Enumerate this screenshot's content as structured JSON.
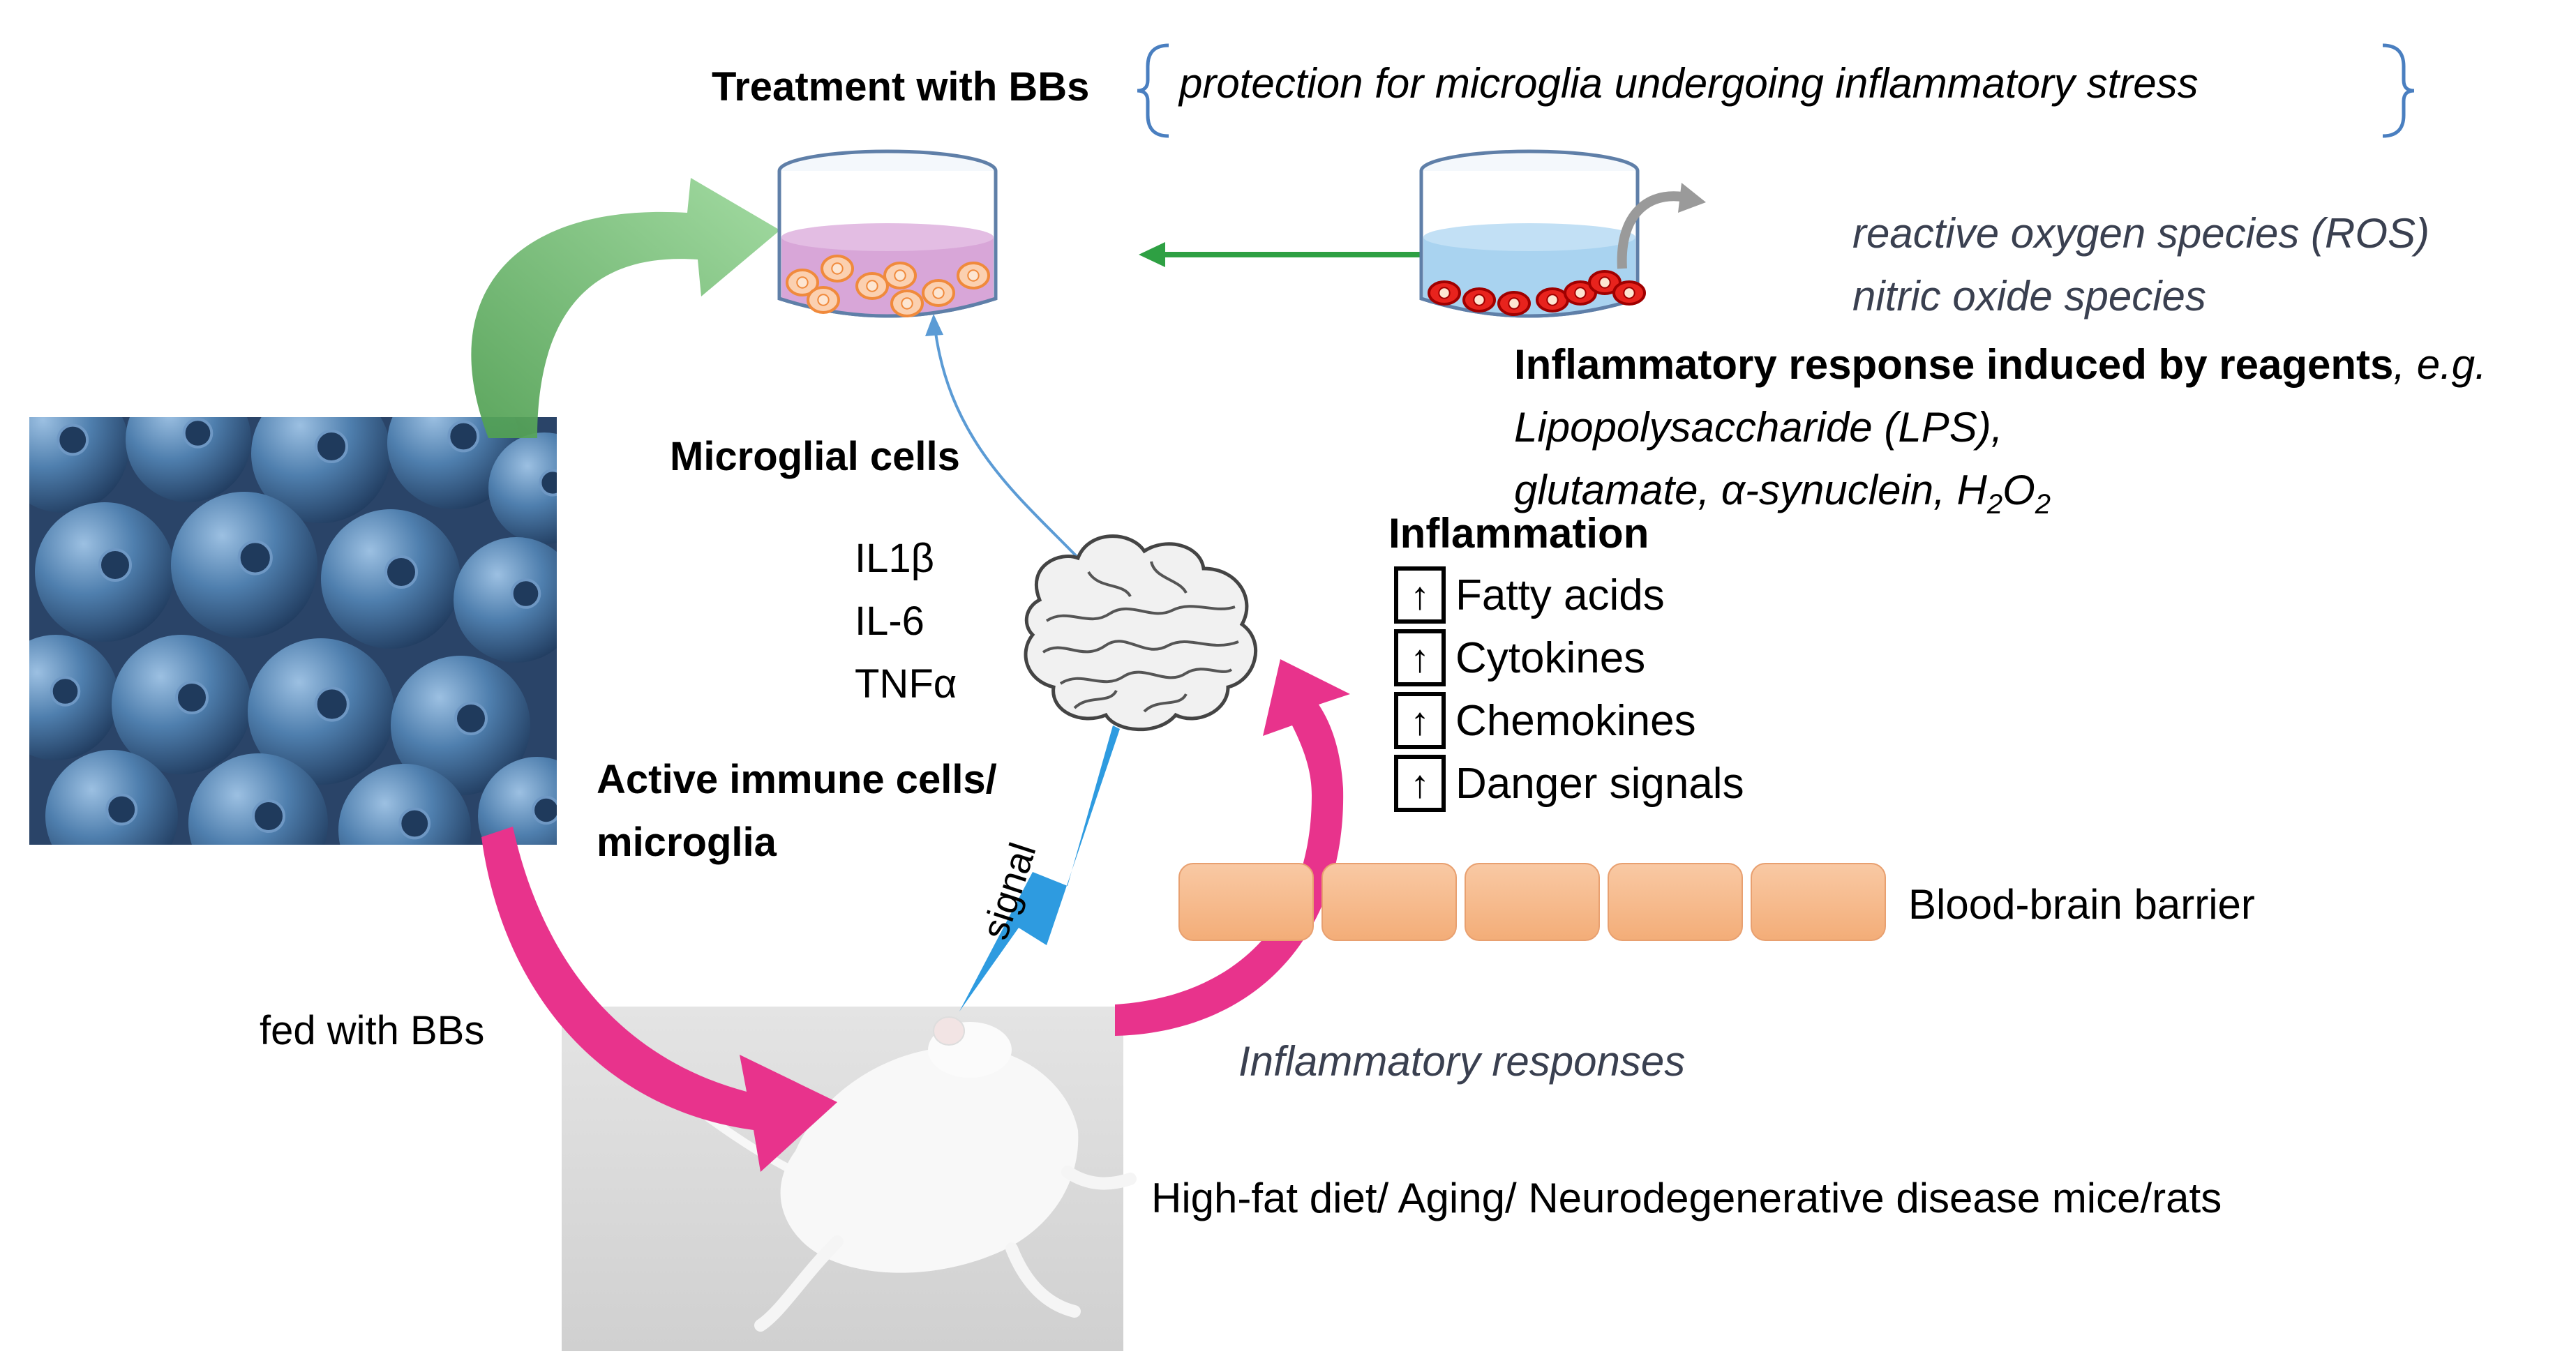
{
  "header": {
    "treatment": "Treatment with BBs",
    "protection": "protection for microglia undergoing inflammatory stress"
  },
  "dish_stressed": {
    "ros": "reactive oxygen species (ROS)",
    "nitric": "nitric oxide species"
  },
  "reagents": {
    "heading": "Inflammatory response induced by reagents",
    "eg": ", e.g.",
    "line2": "Lipopolysaccharide (LPS),",
    "line3": "glutamate, α-synuclein, H",
    "h_sub": "2",
    "o_text": "O",
    "o_sub": "2"
  },
  "microglia": {
    "cells": "Microglial cells",
    "cytokines": [
      "IL1β",
      "IL-6",
      "TNFα"
    ],
    "active_line1": "Active immune cells/",
    "active_line2": "microglia"
  },
  "inflammation": {
    "heading": "Inflammation",
    "up_symbol": "↑",
    "items": [
      "Fatty acids",
      "Cytokines",
      "Chemokines",
      "Danger signals"
    ]
  },
  "bbb": {
    "label": "Blood-brain barrier",
    "segments": 5
  },
  "mouse": {
    "fed": "fed with BBs",
    "signal": "signal",
    "responses": "Inflammatory responses",
    "models": "High-fat diet/ Aging/ Neurodegenerative disease mice/rats"
  },
  "colors": {
    "green_arrow": "#6cc26b",
    "magenta_arrow": "#e8338c",
    "blue_arrow": "#5b9bd5",
    "signal_blue": "#2e9be0",
    "bbb_fill": "#f6b98a",
    "blueberry": "#4f7fae",
    "dish_pink": "#d8a6d8",
    "dish_blue": "#a9d3f0",
    "cell_orange": "#f08a3c",
    "cell_red": "#e8231d"
  },
  "icons": [
    "blueberry-photo",
    "petri-dish-icon",
    "brain-icon",
    "mouse-photo",
    "lightning-signal-icon"
  ]
}
